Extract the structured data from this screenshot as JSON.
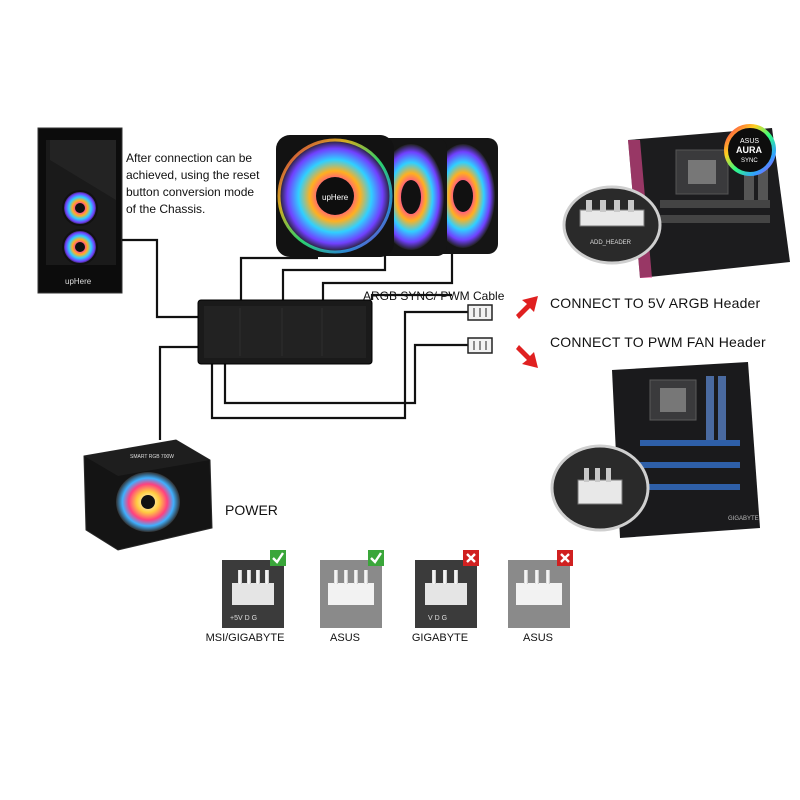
{
  "note": {
    "line1": "After connection can be",
    "line2": "achieved, using the reset",
    "line3": "button conversion mode",
    "line4": "of the Chassis."
  },
  "case": {
    "brand": "upHere"
  },
  "fan": {
    "brand": "upHere"
  },
  "cable_label": "ARGB SYNC/ PWM Cable",
  "connect_argb": "CONNECT TO 5V ARGB Header",
  "connect_pwm": "CONNECT TO PWM FAN Header",
  "power_label": "POWER",
  "aura_badge": {
    "brand": "ASUS",
    "line1": "AURA",
    "line2": "SYNC"
  },
  "mobo_top_silk": "ADD_HEADER",
  "mobo_bottom_brand": "GIGABYTE",
  "psu_label": "SMART RGB 700W",
  "headers": [
    {
      "label": "MSI/GIGABYTE",
      "status": "check",
      "silk": "+5V D G"
    },
    {
      "label": "ASUS",
      "status": "check",
      "silk": ""
    },
    {
      "label": "GIGABYTE",
      "status": "cross",
      "silk": "V D G"
    },
    {
      "label": "ASUS",
      "status": "cross",
      "silk": ""
    }
  ],
  "colors": {
    "check": "#3aa63a",
    "cross": "#d02020",
    "arrow": "#e02020",
    "cable": "#111111",
    "hub": "#1a1a1a"
  }
}
